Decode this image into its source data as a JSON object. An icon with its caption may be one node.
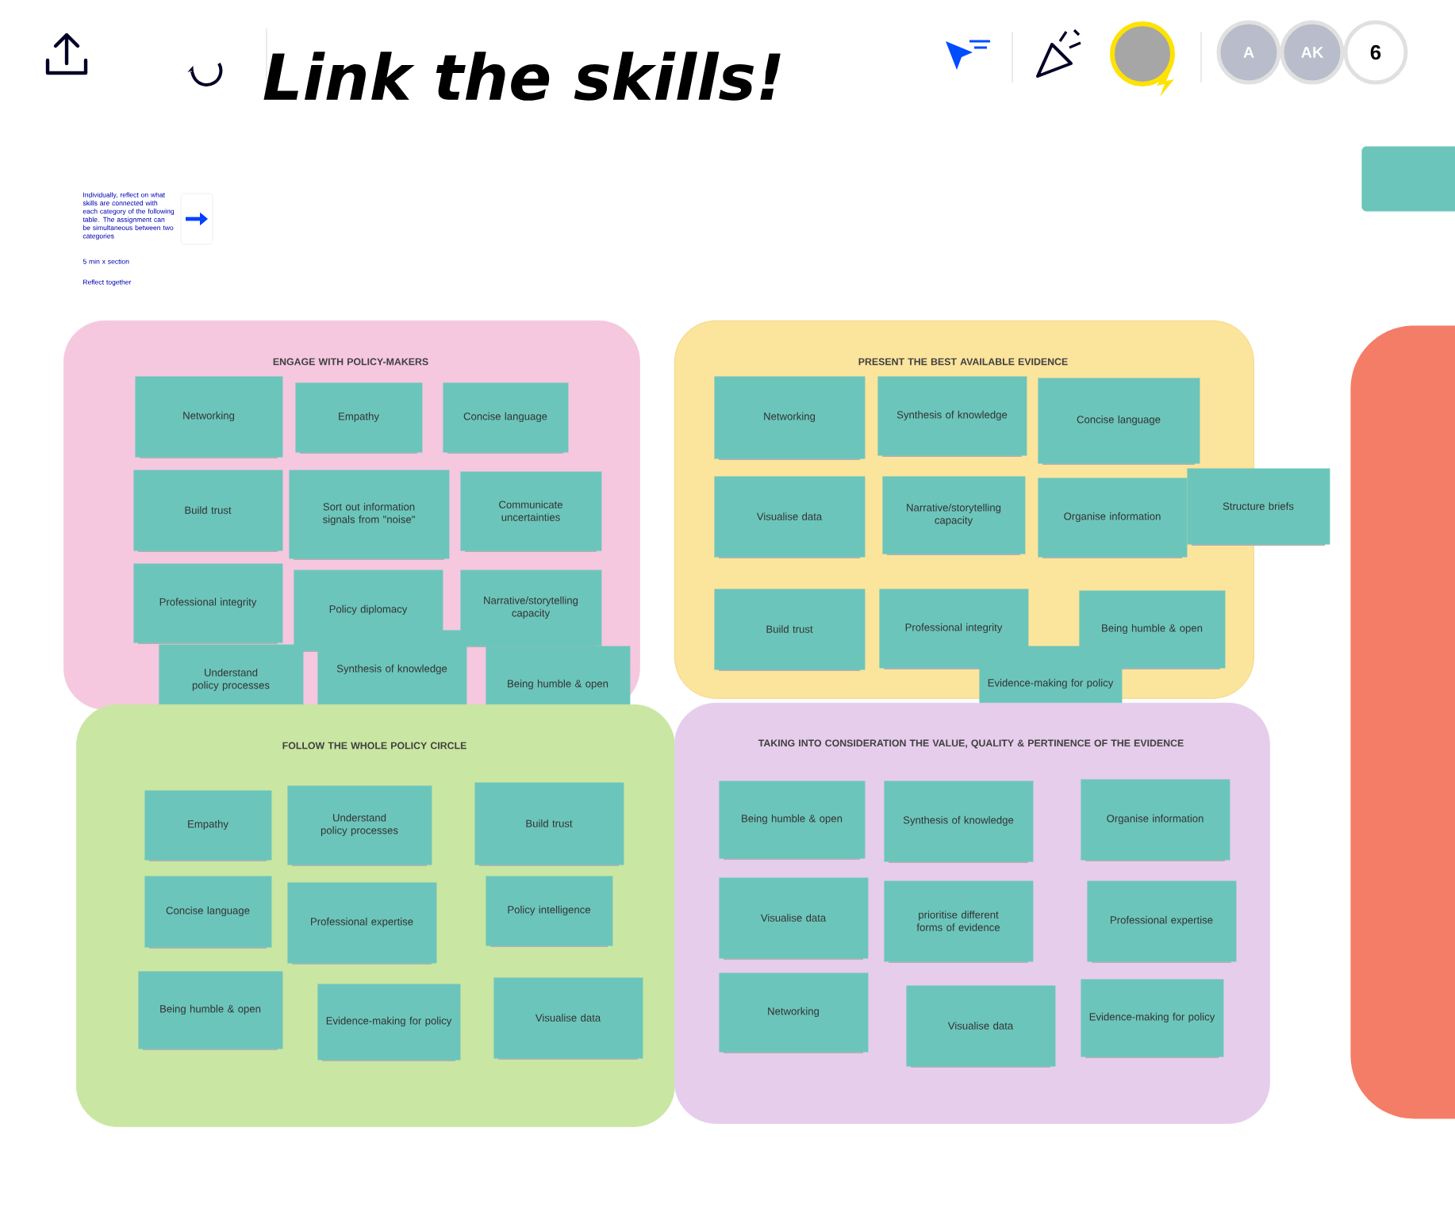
{
  "diagram": {
    "title": "Link the skills!",
    "nodes": [
      {
        "text": [
          "ENGAGE WITH POLICY-MAKERS"
        ]
      },
      {
        "text": [
          "Networking"
        ],
        "in": 0
      },
      {
        "text": [
          "Empathy"
        ],
        "in": 0
      },
      {
        "text": [
          "Concise language"
        ],
        "in": 0
      },
      {
        "text": [
          "Build trust"
        ],
        "in": 0
      },
      {
        "text": [
          "Sort out information signals from \"noise\""
        ],
        "in": 0
      },
      {
        "text": [
          "Communicate uncertainties"
        ],
        "in": 0
      },
      {
        "text": [
          "Professional integrity"
        ],
        "in": 0
      },
      {
        "text": [
          "Policy diplomacy"
        ],
        "in": 0
      },
      {
        "text": [
          "Narrative/storytelling capacity"
        ],
        "in": 0
      },
      {
        "text": [
          "Understand policy processes"
        ]
      },
      {
        "text": [
          "Synthesis of knowledge"
        ],
        "in": 0
      },
      {
        "text": [
          "Being humble & open"
        ]
      },
      {
        "text": [
          "PRESENT THE BEST AVAILABLE EVIDENCE"
        ]
      },
      {
        "text": [
          "Networking"
        ],
        "in": 13
      },
      {
        "text": [
          "Synthesis of knowledge"
        ],
        "in": 13
      },
      {
        "text": [
          "Concise language"
        ],
        "in": 13
      },
      {
        "text": [
          "Visualise data"
        ],
        "in": 13
      },
      {
        "text": [
          "Narrative/storytelling capacity"
        ],
        "in": 13
      },
      {
        "text": [
          "Organise information"
        ],
        "in": 13
      },
      {
        "text": [
          "Structure briefs"
        ]
      },
      {
        "text": [
          "Build trust"
        ],
        "in": 13
      },
      {
        "text": [
          "Professional integrity"
        ],
        "in": 13
      },
      {
        "text": [
          "Being humble & open"
        ],
        "in": 13
      },
      {
        "text": [
          "Evidence-making for policy"
        ]
      },
      {
        "text": [
          "FOLLOW THE WHOLE POLICY CIRCLE"
        ]
      },
      {
        "text": [
          "Empathy"
        ],
        "in": 25
      },
      {
        "text": [
          "Understand policy processes"
        ],
        "in": 25
      },
      {
        "text": [
          "Build trust"
        ],
        "in": 25
      },
      {
        "text": [
          "Concise language"
        ],
        "in": 25
      },
      {
        "text": [
          "Professional expertise"
        ],
        "in": 25
      },
      {
        "text": [
          "Policy intelligence"
        ],
        "in": 25
      },
      {
        "text": [
          "Being humble & open"
        ],
        "in": 25
      },
      {
        "text": [
          "Evidence-making for policy"
        ],
        "in": 25
      },
      {
        "text": [
          "Visualise data"
        ],
        "in": 25
      },
      {
        "text": [
          "TAKING INTO CONSIDERATION THE VALUE, QUALITY & PERTINENCE OF THE EVIDENCE"
        ]
      },
      {
        "text": [
          "Being humble & open"
        ],
        "in": 35
      },
      {
        "text": [
          "Synthesis of knowledge"
        ],
        "in": 35
      },
      {
        "text": [
          "Organise information"
        ],
        "in": 35
      },
      {
        "text": [
          "Visualise data"
        ],
        "in": 35
      },
      {
        "text": [
          "prioritise different forms of evidence"
        ],
        "in": 35
      },
      {
        "text": [
          "Professional expertise"
        ],
        "in": 35
      },
      {
        "text": [
          "Networking"
        ],
        "in": 35
      },
      {
        "text": [
          "Visualise data"
        ],
        "in": 35
      },
      {
        "text": [
          "Evidence-making for policy"
        ],
        "in": 35
      },
      {
        "text": [],
        "shape": "box"
      },
      {
        "text": [],
        "shape": "box"
      }
    ],
    "labels": [
      "Individually, reflect on what skills are connected with each category of the following table. The assignment can be simultaneous between two categories",
      "5 min x section",
      "Reflect together",
      "A",
      "AK",
      "6"
    ]
  }
}
